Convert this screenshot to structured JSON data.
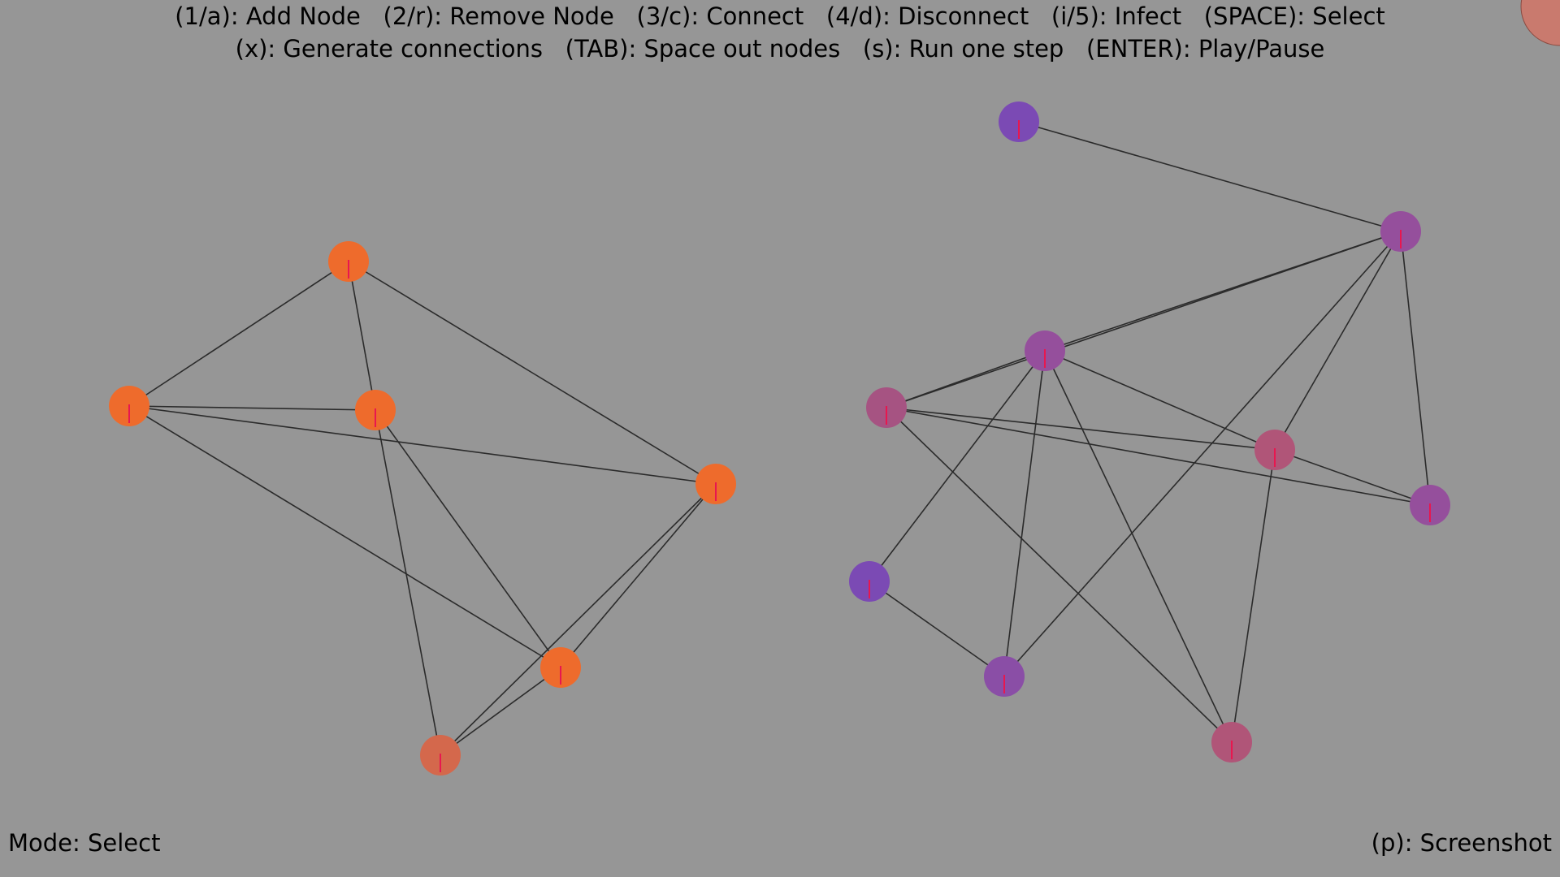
{
  "help": {
    "line1": "(1/a): Add Node   (2/r): Remove Node   (3/c): Connect   (4/d): Disconnect   (i/5): Infect   (SPACE): Select",
    "line2": "(x): Generate connections   (TAB): Space out nodes   (s): Run one step   (ENTER): Play/Pause"
  },
  "status": {
    "mode": "Mode: Select",
    "screenshot_hint": "(p): Screenshot"
  },
  "colors": {
    "background": "#969696",
    "edge": "#2b2b2b",
    "tick": "#e8174f",
    "corner_node": "#c97a6e"
  }
}
